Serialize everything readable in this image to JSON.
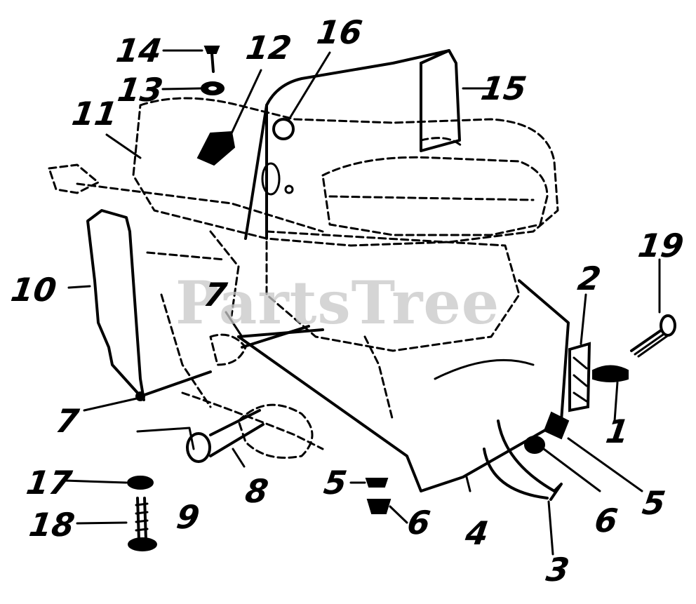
{
  "watermark": "PartsTree",
  "callouts": [
    "1",
    "2",
    "3",
    "4",
    "5",
    "5",
    "6",
    "6",
    "7",
    "7",
    "8",
    "9",
    "10",
    "11",
    "12",
    "13",
    "14",
    "15",
    "16",
    "17",
    "18",
    "19"
  ]
}
